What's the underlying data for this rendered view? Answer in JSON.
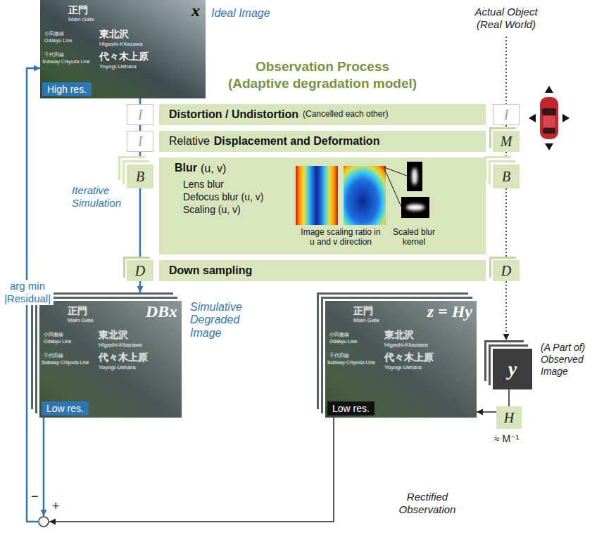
{
  "diagram": {
    "nodes": [
      {
        "text": [
          "x",
          "Ideal Image",
          "正門",
          "Main Gate",
          "小田急線",
          "Odakyu Line",
          "東北沢",
          "Higashi-Kitazawa",
          "千代田線",
          "Subway Chiyoda Line",
          "代々木上原",
          "Yoyogi-Uehara"
        ]
      },
      {
        "text": [
          "High res."
        ],
        "in": 0
      },
      {
        "text": [
          "I"
        ]
      },
      {
        "text": [
          "Distortion / Undistortion",
          "(Cancelled each other)"
        ]
      },
      {
        "text": [
          "I"
        ]
      },
      {
        "text": [
          "I"
        ]
      },
      {
        "text": [
          "Relative",
          "Displacement and Deformation"
        ]
      },
      {
        "text": [
          "M"
        ]
      },
      {
        "text": [
          "B"
        ]
      },
      {
        "text": [
          "Blur",
          "(u, v)",
          "Lens blur",
          "Defocus blur (u, v)",
          "Scaling (u, v)",
          "Image scaling ratio in u and v direction",
          "Scaled blur kernel"
        ]
      },
      {
        "text": [
          "B"
        ]
      },
      {
        "text": [
          "D"
        ]
      },
      {
        "text": [
          "Down sampling"
        ]
      },
      {
        "text": [
          "D"
        ]
      },
      {
        "text": [
          "DBx",
          "Simulative Degraded Image",
          "正門",
          "Main Gate",
          "小田急線",
          "Odakyu Line",
          "東北沢",
          "Higashi-Kitazawa",
          "千代田線",
          "Subway Chiyoda Line",
          "代々木上原",
          "Yoyogi-Uehara"
        ]
      },
      {
        "text": [
          "Low res."
        ],
        "in": 14
      },
      {
        "text": [
          "z = Hy",
          "正門",
          "Main Gate",
          "小田急線",
          "Odakyu Line",
          "東北沢",
          "Higashi-Kitazawa",
          "千代田線",
          "Subway Chiyoda Line",
          "代々木上原",
          "Yoyogi-Uehara"
        ]
      },
      {
        "text": [
          "Low res."
        ],
        "in": 16
      },
      {
        "text": [
          "y"
        ]
      },
      {
        "text": [
          "H"
        ]
      },
      {
        "text": [
          "−",
          "+"
        ]
      }
    ],
    "edges": [
      {
        "from": 0,
        "to": 2,
        "arrow": "none"
      },
      {
        "from": 2,
        "to": 5,
        "arrow": "none"
      },
      {
        "from": 5,
        "to": 8,
        "arrow": "none"
      },
      {
        "from": 8,
        "to": 11,
        "arrow": "none"
      },
      {
        "from": 11,
        "to": 14,
        "arrow": "to"
      },
      {
        "from": 4,
        "to": 7,
        "arrow": "none"
      },
      {
        "from": 7,
        "to": 10,
        "arrow": "none"
      },
      {
        "from": 10,
        "to": 13,
        "arrow": "none"
      },
      {
        "from": 13,
        "to": 18,
        "arrow": "to"
      },
      {
        "from": 18,
        "to": 19,
        "arrow": "none"
      },
      {
        "from": 19,
        "to": 16,
        "arrow": "to"
      },
      {
        "from": 14,
        "to": 20,
        "arrow": "to"
      },
      {
        "from": 16,
        "to": 20,
        "arrow": "to"
      },
      {
        "from": 20,
        "to": 0,
        "arrow": "to"
      }
    ],
    "labels": [
      "Actual Object (Real World)",
      "Observation Process",
      "(Adaptive degradation model)",
      "Iterative Simulation",
      "arg min |Residual|",
      "(A Part of) Observed Image",
      "≈ M⁻¹",
      "Rectified Observation"
    ]
  }
}
